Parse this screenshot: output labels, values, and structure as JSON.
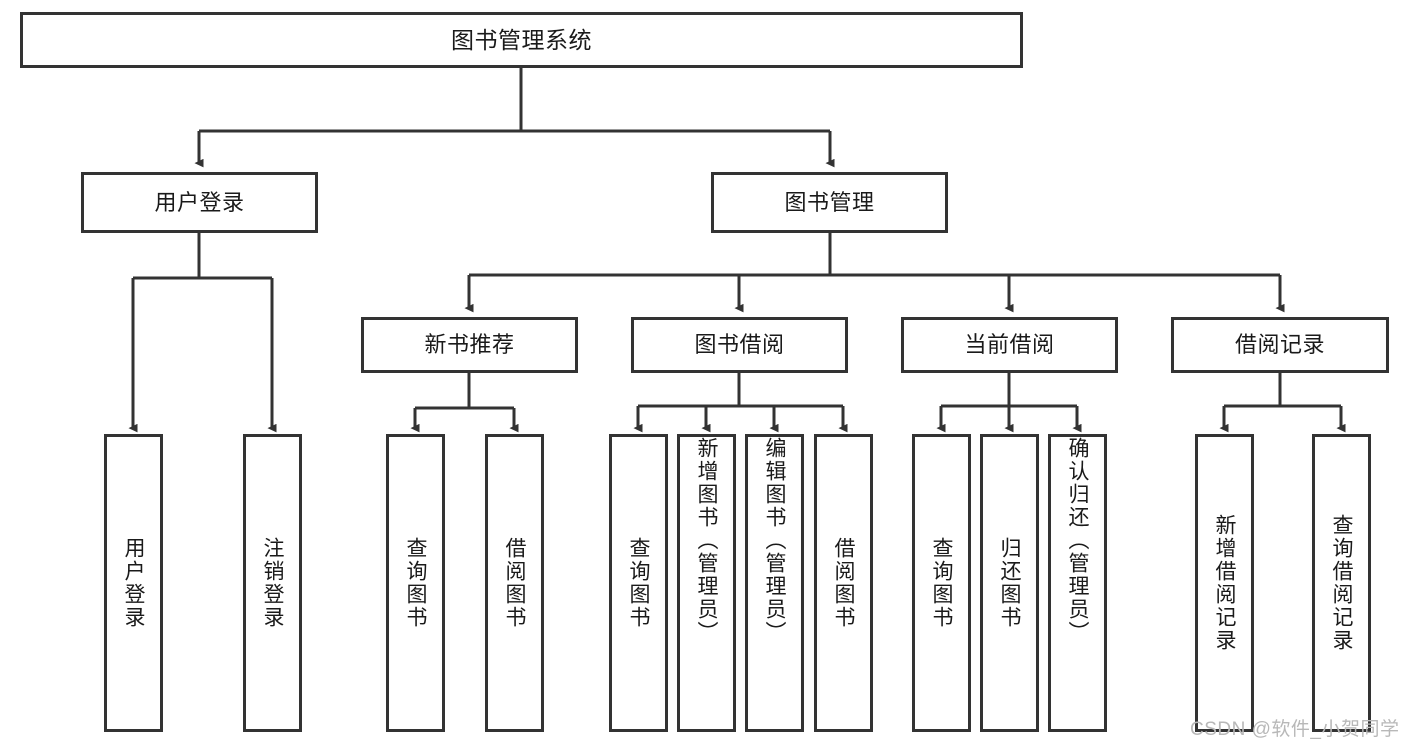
{
  "diagram": {
    "title": "图书管理系统",
    "type": "tree-hierarchy-diagram",
    "colors": {
      "box_border": "#333333",
      "box_fill": "#ffffff",
      "edge": "#333333",
      "text": "#1a1a1a",
      "watermark": "#b8b8b8",
      "background": "#ffffff"
    },
    "root": {
      "label": "图书管理系统"
    },
    "level2": [
      {
        "label": "用户登录"
      },
      {
        "label": "图书管理"
      }
    ],
    "level3": [
      {
        "label": "新书推荐"
      },
      {
        "label": "图书借阅"
      },
      {
        "label": "当前借阅"
      },
      {
        "label": "借阅记录"
      }
    ],
    "leaves": {
      "user_login": [
        {
          "label": "用户登录"
        },
        {
          "label": "注销登录"
        }
      ],
      "new_book_recommend": [
        {
          "label": "查询图书"
        },
        {
          "label": "借阅图书"
        }
      ],
      "book_borrow": [
        {
          "label": "查询图书"
        },
        {
          "label": "新增图书（管理员）"
        },
        {
          "label": "编辑图书（管理员）"
        },
        {
          "label": "借阅图书"
        }
      ],
      "current_borrow": [
        {
          "label": "查询图书"
        },
        {
          "label": "归还图书"
        },
        {
          "label": "确认归还（管理员）"
        }
      ],
      "borrow_record": [
        {
          "label": "新增借阅记录"
        },
        {
          "label": "查询借阅记录"
        }
      ]
    }
  },
  "watermark": {
    "text": "CSDN @软件_小贺同学"
  }
}
